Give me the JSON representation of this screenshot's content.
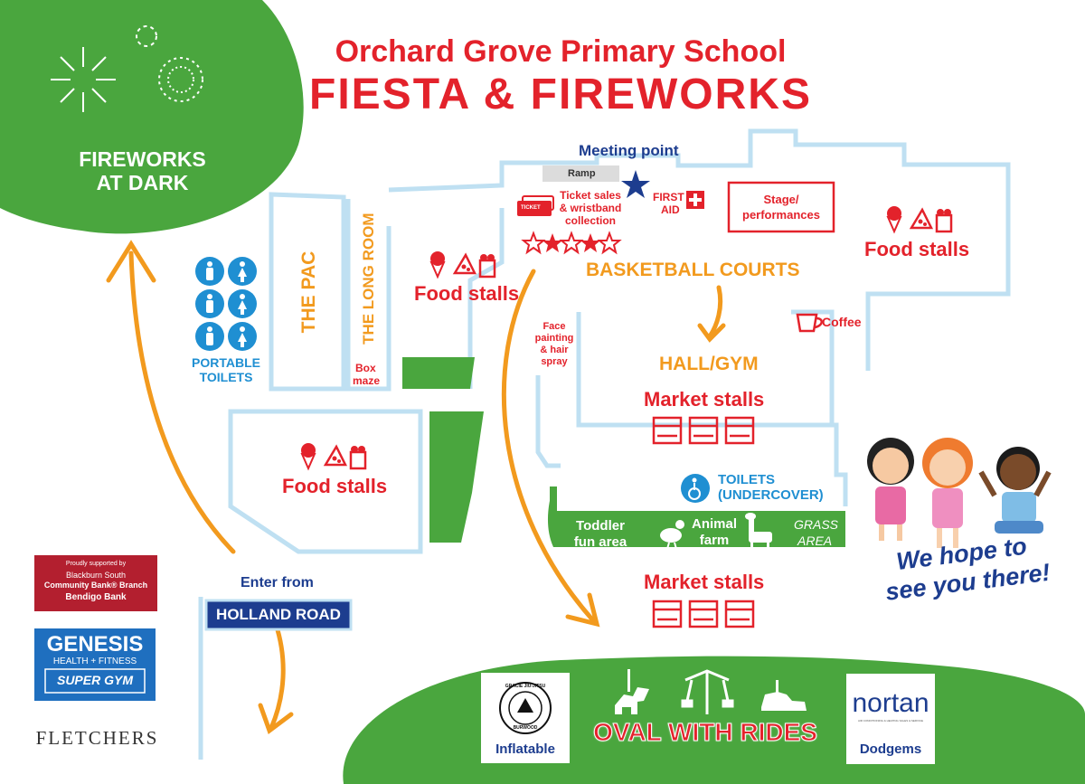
{
  "header": {
    "school": "Orchard Grove Primary School",
    "event": "FIESTA & FIREWORKS"
  },
  "fireworks": {
    "label_line1": "FIREWORKS",
    "label_line2": "AT DARK"
  },
  "meeting_point": "Meeting point",
  "ramp": "Ramp",
  "ticket": {
    "icon_text": "TICKET",
    "line1": "Ticket sales",
    "line2": "& wristband",
    "line3": "collection"
  },
  "first_aid": {
    "line1": "FIRST",
    "line2": "AID"
  },
  "stage": {
    "line1": "Stage/",
    "line2": "performances"
  },
  "food_stalls": "Food stalls",
  "basketball_courts": "BASKETBALL COURTS",
  "the_pac": "THE PAC",
  "long_room": "THE LONG ROOM",
  "box_maze": {
    "line1": "Box",
    "line2": "maze"
  },
  "portable_toilets": {
    "line1": "PORTABLE",
    "line2": "TOILETS"
  },
  "face_painting": {
    "line1": "Face",
    "line2": "painting",
    "line3": "& hair",
    "line4": "spray"
  },
  "coffee": "Coffee",
  "hall_gym": "HALL/GYM",
  "market_stalls": "Market stalls",
  "toilets_undercover": {
    "line1": "TOILETS",
    "line2": "(UNDERCOVER)"
  },
  "toddler": {
    "line1": "Toddler",
    "line2": "fun area"
  },
  "animal_farm": {
    "line1": "Animal",
    "line2": "farm"
  },
  "grass_area": {
    "line1": "GRASS",
    "line2": "AREA"
  },
  "enter": {
    "label": "Enter from",
    "road": "HOLLAND ROAD"
  },
  "hope": {
    "line1": "We hope to",
    "line2": "see you there!"
  },
  "oval": {
    "label": "OVAL WITH RIDES",
    "inflatable": "Inflatable",
    "dodgems": "Dodgems",
    "gracie_top": "GRACIE JIU-JITSU",
    "gracie_bottom": "BURWOOD",
    "nortan": "nortan",
    "nortan_sub": "AIR CONDITIONING & HEATING SALES & SERVICE"
  },
  "sponsors": {
    "bendigo_line1": "Proudly supported by",
    "bendigo_line2": "Blackburn South",
    "bendigo_line3": "Community Bank® Branch",
    "bendigo_line4": "Bendigo Bank",
    "genesis_line1": "GENESIS",
    "genesis_line2": "HEALTH + FITNESS",
    "genesis_line3": "SUPER GYM",
    "fletchers": "FLETCHERS"
  },
  "colors": {
    "green": "#4aa63e",
    "red": "#e3222b",
    "orange": "#f29a1e",
    "navy": "#1d3d8f",
    "blue": "#1f8fd2",
    "outline": "#bfe0f2"
  }
}
